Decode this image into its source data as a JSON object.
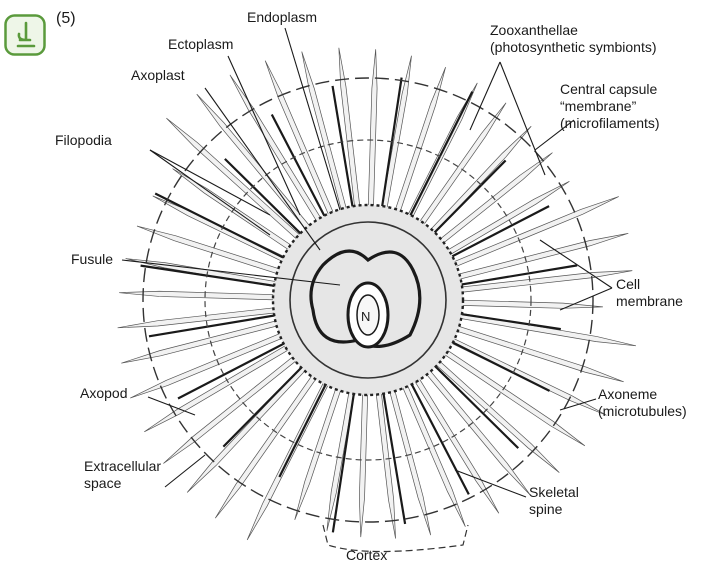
{
  "figure": {
    "number": "(5)",
    "icon": "microscope-icon",
    "nucleus_label": "N"
  },
  "colors": {
    "badge": "#5a9a3c",
    "badge_fill": "#eef6e8",
    "ink": "#1a1a1a",
    "endoplasm_fill": "#e6e6e6"
  },
  "labels": {
    "endoplasm": "Endoplasm",
    "ectoplasm": "Ectoplasm",
    "axoplast": "Axoplast",
    "filopodia": "Filopodia",
    "fusule": "Fusule",
    "axopod": "Axopod",
    "extracellular": [
      "Extracellular",
      "space"
    ],
    "cortex": "Cortex",
    "skeletal_spine": [
      "Skeletal",
      "spine"
    ],
    "axoneme": [
      "Axoneme",
      "(microtubules)"
    ],
    "cell_membrane": [
      "Cell",
      "membrane"
    ],
    "central_capsule": [
      "Central capsule",
      "“membrane”",
      "(microfilaments)"
    ],
    "zooxanthellae": [
      "Zooxanthellae",
      "(photosynthetic symbionts)"
    ]
  }
}
